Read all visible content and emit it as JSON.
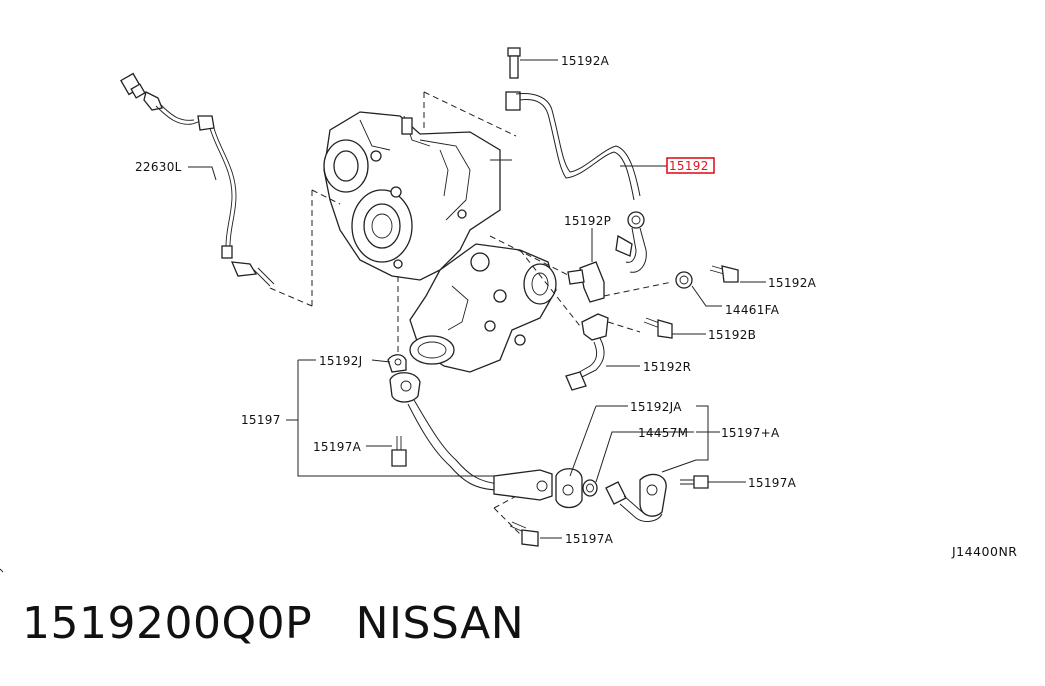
{
  "labels": {
    "15192A_top": "15192A",
    "15192_hl": "15192",
    "22630L": "22630L",
    "15192P": "15192P",
    "15192A_right": "15192A",
    "14461FA": "14461FA",
    "15192B": "15192B",
    "15192J": "15192J",
    "15192R": "15192R",
    "15197": "15197",
    "15192JA": "15192JA",
    "14457M": "14457M",
    "15197plusA": "15197+A",
    "15197A_left": "15197A",
    "15197A_right": "15197A",
    "15197A_bottom": "15197A"
  },
  "diagram_id": "J14400NR",
  "caption": {
    "part_number": "1519200Q0P",
    "brand": "NISSAN"
  },
  "highlight_color": "#e0141e"
}
